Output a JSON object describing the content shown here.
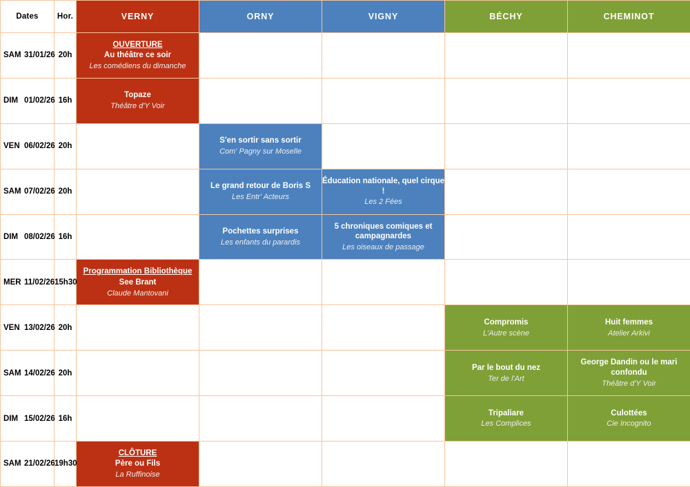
{
  "table": {
    "columns": {
      "dates_label": "Dates",
      "hour_label": "Hor.",
      "venues": [
        {
          "name": "VERNY",
          "color": "#BC3113"
        },
        {
          "name": "ORNY",
          "color": "#4C81BE"
        },
        {
          "name": "VIGNY",
          "color": "#4C81BE"
        },
        {
          "name": "BÉCHY",
          "color": "#7FA037"
        },
        {
          "name": "CHEMINOT",
          "color": "#7FA037"
        }
      ]
    },
    "rows": [
      {
        "dow": "SAM",
        "date": "31/01/26",
        "hour": "20h",
        "cells": {
          "VERNY": {
            "tag": "OUVERTURE",
            "title": "Au théâtre ce soir",
            "company": "Les comédiens du dimanche"
          },
          "ORNY": null,
          "VIGNY": null,
          "BÉCHY": null,
          "CHEMINOT": null
        }
      },
      {
        "dow": "DIM",
        "date": "01/02/26",
        "hour": "16h",
        "cells": {
          "VERNY": {
            "tag": "",
            "title": "Topaze",
            "company": "Théâtre d'Y Voir"
          },
          "ORNY": null,
          "VIGNY": null,
          "BÉCHY": null,
          "CHEMINOT": null
        }
      },
      {
        "dow": "VEN",
        "date": "06/02/26",
        "hour": "20h",
        "cells": {
          "VERNY": null,
          "ORNY": {
            "tag": "",
            "title": "S'en sortir sans sortir",
            "company": "Com' Pagny sur Moselle"
          },
          "VIGNY": null,
          "BÉCHY": null,
          "CHEMINOT": null
        }
      },
      {
        "dow": "SAM",
        "date": "07/02/26",
        "hour": "20h",
        "cells": {
          "VERNY": null,
          "ORNY": {
            "tag": "",
            "title": "Le grand retour de Boris S",
            "company": "Les Entr' Acteurs"
          },
          "VIGNY": {
            "tag": "",
            "title": "Éducation nationale, quel cirque !",
            "company": "Les 2 Fées"
          },
          "BÉCHY": null,
          "CHEMINOT": null
        }
      },
      {
        "dow": "DIM",
        "date": "08/02/26",
        "hour": "16h",
        "cells": {
          "VERNY": null,
          "ORNY": {
            "tag": "",
            "title": "Pochettes surprises",
            "company": "Les enfants du parardis"
          },
          "VIGNY": {
            "tag": "",
            "title": "5 chroniques comiques et campagnardes",
            "company": "Les oiseaux de passage"
          },
          "BÉCHY": null,
          "CHEMINOT": null
        }
      },
      {
        "dow": "MER",
        "date": "11/02/26",
        "hour": "15h30",
        "cells": {
          "VERNY": {
            "tag": "Programmation Bibliothèque",
            "title": "See Brant",
            "company": "Claude Mantovani"
          },
          "ORNY": null,
          "VIGNY": null,
          "BÉCHY": null,
          "CHEMINOT": null
        }
      },
      {
        "dow": "VEN",
        "date": "13/02/26",
        "hour": "20h",
        "cells": {
          "VERNY": null,
          "ORNY": null,
          "VIGNY": null,
          "BÉCHY": {
            "tag": "",
            "title": "Compromis",
            "company": "L'Autre scène"
          },
          "CHEMINOT": {
            "tag": "",
            "title": "Huit femmes",
            "company": "Atelier Arkivi"
          }
        }
      },
      {
        "dow": "SAM",
        "date": "14/02/26",
        "hour": "20h",
        "cells": {
          "VERNY": null,
          "ORNY": null,
          "VIGNY": null,
          "BÉCHY": {
            "tag": "",
            "title": "Par le bout du nez",
            "company": "Ter de l'Art"
          },
          "CHEMINOT": {
            "tag": "",
            "title": "George Dandin ou le mari confondu",
            "company": "Théâtre d'Y Voir"
          }
        }
      },
      {
        "dow": "DIM",
        "date": "15/02/26",
        "hour": "16h",
        "cells": {
          "VERNY": null,
          "ORNY": null,
          "VIGNY": null,
          "BÉCHY": {
            "tag": "",
            "title": "Tripaliare",
            "company": "Les Complices"
          },
          "CHEMINOT": {
            "tag": "",
            "title": "Culottées",
            "company": "Cie Incognito"
          }
        }
      },
      {
        "dow": "SAM",
        "date": "21/02/26",
        "hour": "19h30",
        "cells": {
          "VERNY": {
            "tag": "CLÔTURE",
            "title": "Père ou Fils",
            "company": "La Ruffinoise"
          },
          "ORNY": null,
          "VIGNY": null,
          "BÉCHY": null,
          "CHEMINOT": null
        }
      }
    ]
  },
  "colors": {
    "red": "#BC3113",
    "blue": "#4C81BE",
    "green": "#7FA037",
    "grid": "#F7C49B",
    "grid_strong": "#D9883E"
  }
}
